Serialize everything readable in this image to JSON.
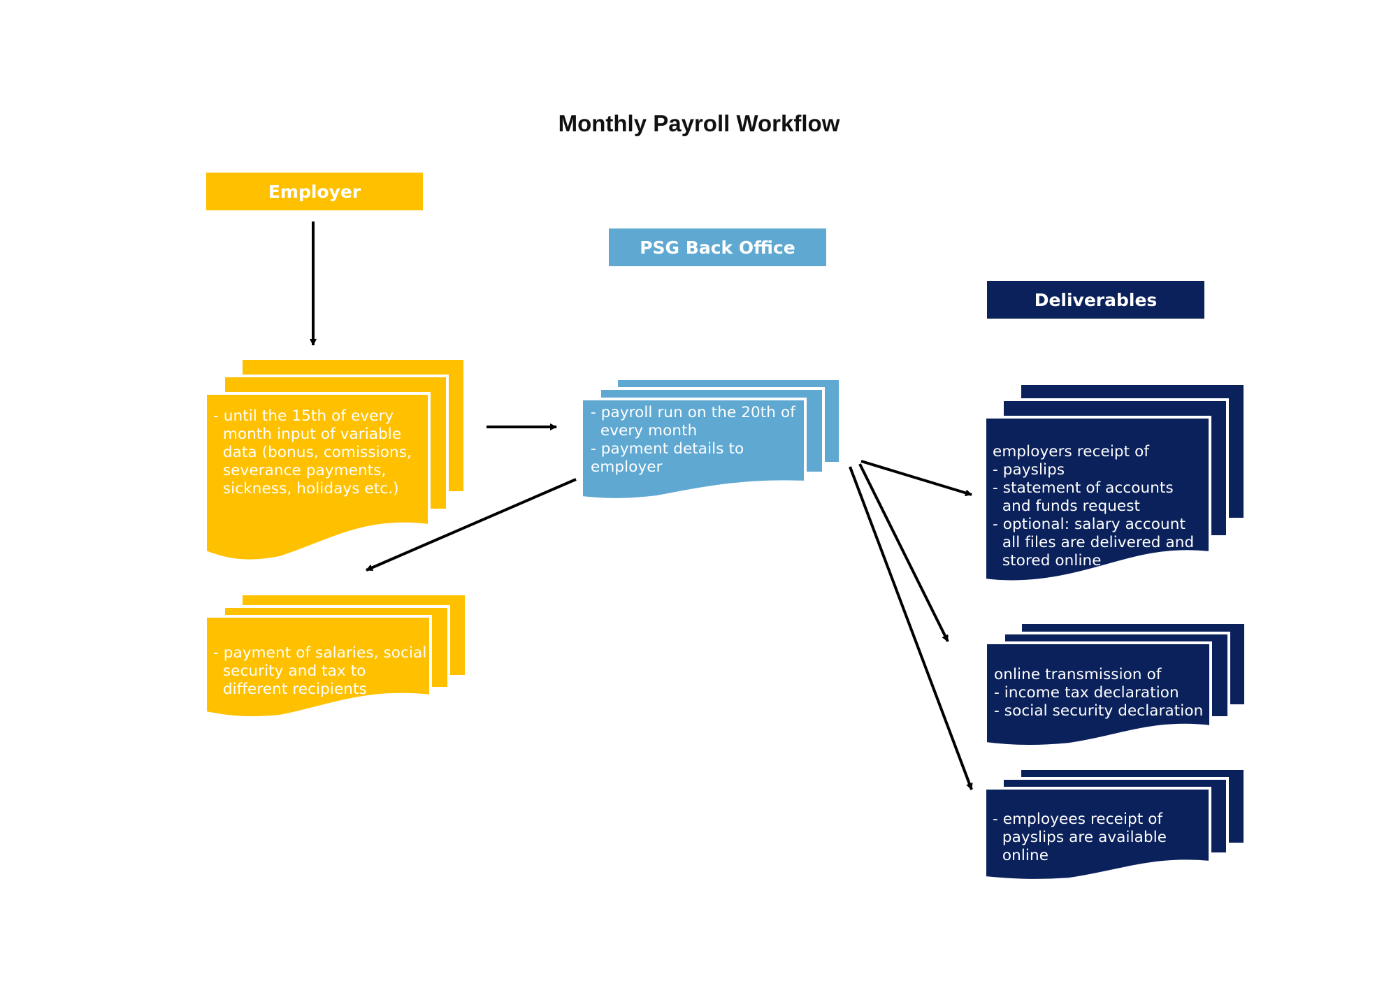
{
  "title": "Monthly Payroll Workflow",
  "headers": {
    "employer": "Employer",
    "psg": "PSG Back Office",
    "deliverables": "Deliverables"
  },
  "colors": {
    "employer": "#FFC000",
    "psg": "#5EA8D2",
    "deliverables": "#0B215B"
  },
  "documents": {
    "employer_input": "- until the 15th of every\n  month input of variable\n  data (bonus, comissions,\n  severance payments,\n  sickness, holidays etc.)",
    "payments": "- payment of salaries, social\n  security and tax to\n  different recipients",
    "psg_run": "- payroll run on the 20th of\n  every month\n- payment details to\nemployer",
    "deliverable_receipt": "employers receipt of\n- payslips\n- statement of accounts\n  and funds request\n- optional: salary account\n  all files are delivered and\n  stored online",
    "deliverable_transmission": "online transmission of\n- income tax declaration\n- social security declaration",
    "deliverable_employees": "- employees receipt of\n  payslips are available\n  online"
  }
}
